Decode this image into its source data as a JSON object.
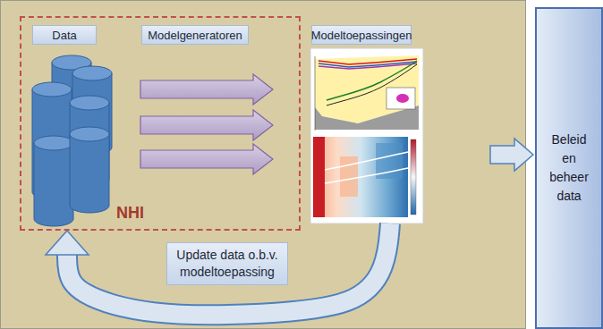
{
  "diagram": {
    "nodes": [
      {
        "text": [
          "NHI"
        ]
      },
      {
        "text": [
          "Data"
        ],
        "in": 0
      },
      {
        "text": [
          "Modelgeneratoren"
        ],
        "in": 0
      },
      {
        "text": [
          "Modeltoepassingen"
        ]
      },
      {
        "text": [
          "Update data o.b.v. modeltoepassing"
        ]
      },
      {
        "text": [
          "Beleid en beheer data"
        ]
      }
    ],
    "edges": [
      {
        "from": 3,
        "to": 0,
        "arrow": "to"
      }
    ]
  }
}
